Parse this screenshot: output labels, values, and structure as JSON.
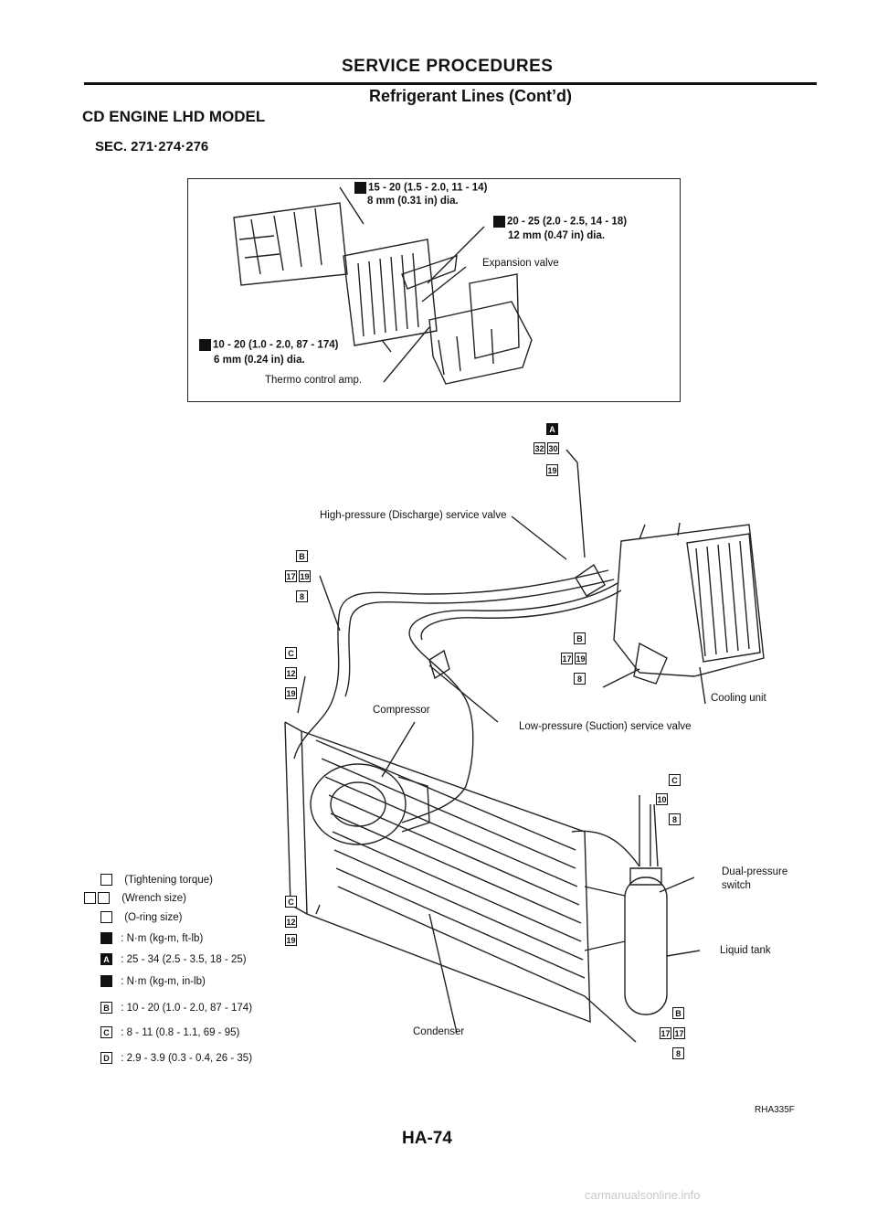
{
  "header": {
    "title": "SERVICE PROCEDURES",
    "subtitle": "Refrigerant Lines (Cont’d)"
  },
  "model": "CD ENGINE LHD MODEL",
  "section": "SEC. 271·274·276",
  "inset": {
    "torque_1_line1": "15 - 20 (1.5 - 2.0, 11 - 14)",
    "torque_1_line2": "8 mm (0.31 in) dia.",
    "torque_2_line1": "20 - 25 (2.0 - 2.5, 14 - 18)",
    "torque_2_line2": "12 mm (0.47 in) dia.",
    "expansion_valve": "Expansion valve",
    "torque_3_line1": "10 - 20 (1.0 - 2.0, 87 - 174)",
    "torque_3_line2": "6 mm (0.24 in) dia.",
    "thermo_amp": "Thermo control amp."
  },
  "callouts": {
    "A": {
      "letter": "A",
      "n1": "32",
      "n2": "30",
      "n3": "19"
    },
    "B1": {
      "letter": "B",
      "n1": "17",
      "n2": "19",
      "n3": "8"
    },
    "C1": {
      "letter": "C",
      "n1": "12",
      "n2": "19"
    },
    "B2": {
      "letter": "B",
      "n1": "17",
      "n2": "19",
      "n3": "8"
    },
    "C2": {
      "letter": "C",
      "n1": "10",
      "n2": "8"
    },
    "C3": {
      "letter": "C",
      "n1": "12",
      "n2": "19"
    },
    "B3": {
      "letter": "B",
      "n1": "17",
      "n2": "17",
      "n3": "8"
    }
  },
  "labels": {
    "high_pressure_valve": "High-pressure (Discharge) service valve",
    "cooling_unit": "Cooling unit",
    "compressor": "Compressor",
    "low_pressure_valve": "Low-pressure (Suction) service valve",
    "dual_pressure_line1": "Dual-pressure",
    "dual_pressure_line2": "switch",
    "liquid_tank": "Liquid tank",
    "condenser": "Condenser"
  },
  "legend": {
    "tightening_torque": "(Tightening torque)",
    "wrench_size": "(Wrench size)",
    "oring_size": "(O-ring size)",
    "nm_ftlb": ": N·m (kg-m, ft-lb)",
    "a_key": "A",
    "a_value": ": 25 - 34 (2.5 - 3.5, 18 - 25)",
    "nm_inlb": ": N·m (kg-m, in-lb)",
    "b_key": "B",
    "b_value": ": 10 - 20 (1.0 - 2.0, 87 - 174)",
    "c_key": "C",
    "c_value": ": 8 - 11 (0.8 - 1.1, 69 - 95)",
    "d_key": "D",
    "d_value": ": 2.9 - 3.9 (0.3 - 0.4, 26 - 35)"
  },
  "ref_code": "RHA335F",
  "page_number": "HA-74",
  "watermark": "carmanualsonline.info"
}
